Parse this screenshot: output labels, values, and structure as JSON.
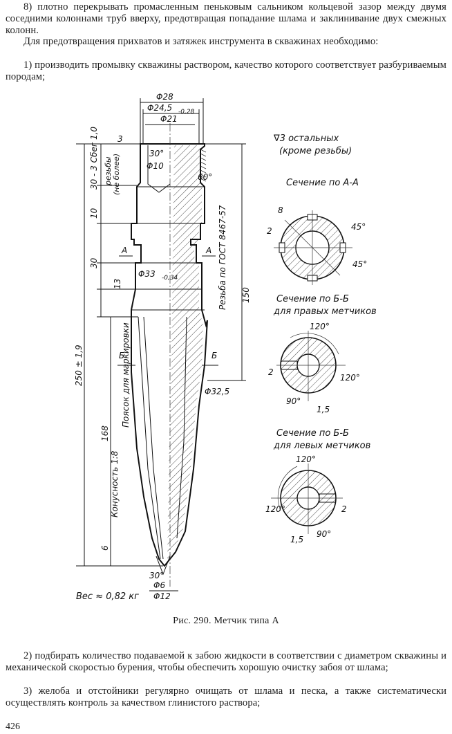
{
  "top_text": {
    "p1": "8) плотно перекрывать промасленным пеньковым сальником кольцевой зазор между двумя соседними колоннами труб вверху, предотвращая попадание шлама и заклинивание двух смежных колонн.",
    "p2": "Для предотвращения прихватов и затяжек инструмента в скважинах необходимо:",
    "p3": "1) производить промывку скважины раствором, качество которого соответствует разбуриваемым породам;"
  },
  "figure": {
    "dims": {
      "d28": "Φ28",
      "d24_5": "Φ24,5",
      "d24_5_tol": "-0,28",
      "d21": "Φ21",
      "d10": "Φ10",
      "d33": "Φ33",
      "d33_tol": "-0,34",
      "d32_5": "Φ32,5",
      "d6": "Φ6",
      "d12": "Φ12",
      "a30": "30°",
      "a60": "60°",
      "a30b": "30°",
      "v3": "3",
      "v30_3": "30 - 3 Сбег 1,0",
      "v_rez": "резьбы",
      "v_ne_bolee": "(не более)",
      "v10": "10",
      "v30": "30",
      "v13": "13",
      "v250": "250 ± 1,9",
      "v150": "150",
      "v168": "168",
      "v6": "6",
      "konus": "Конусность 1:8",
      "poyasok": "Поясок для маркировки",
      "thread": "Резьба по ГОСТ 8467-57",
      "sec_A_left": "А",
      "sec_A_right": "А",
      "sec_B_left": "Б",
      "sec_B_right": "Б"
    },
    "notes": {
      "rough_sym": "∇3 остальных",
      "rough_sub": "(кроме резьбы)",
      "sec_aa": "Сечение по А-А",
      "sec_bb_r_1": "Сечение по Б-Б",
      "sec_bb_r_2": "для правых метчиков",
      "sec_bb_l_1": "Сечение по Б-Б",
      "sec_bb_l_2": "для левых метчиков",
      "weight": "Вес ≈ 0,82 кг"
    },
    "section_dims": {
      "aa_8": "8",
      "aa_2": "2",
      "aa_45a": "45°",
      "aa_45b": "45°",
      "r_120a": "120°",
      "r_120b": "120°",
      "r_90": "90°",
      "r_2": "2",
      "r_1_5": "1,5",
      "l_120a": "120°",
      "l_120b": "120°",
      "l_90": "90°",
      "l_2": "2",
      "l_1_5": "1,5"
    }
  },
  "caption": "Рис. 290. Метчик типа А",
  "bottom_text": {
    "p4": "2) подбирать количество подаваемой к забою жидкости в соответствии с диаметром скважины и механической скоростью бурения, чтобы обеспечить хорошую очистку забоя от шлама;",
    "p5": "3) желоба и отстойники регулярно очищать от шлама и песка, а также систематически осуществлять контроль за качеством глинистого раствора;"
  },
  "page_number": "426"
}
